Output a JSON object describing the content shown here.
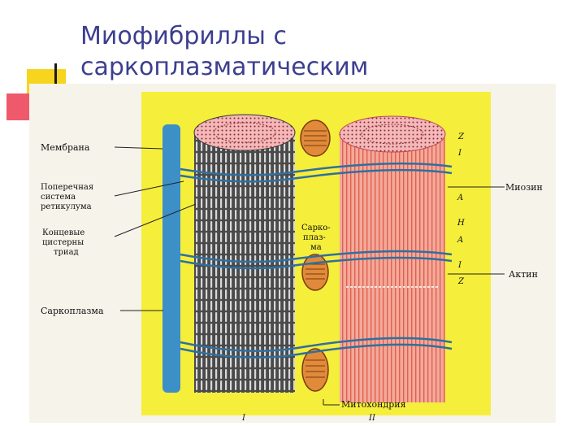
{
  "slide": {
    "title_line1": "Миофибриллы с",
    "title_line2": "саркоплазматическим"
  },
  "figure": {
    "labels": {
      "membrane": "Мембрана",
      "reticulum_1": "Поперечная",
      "reticulum_2": "система",
      "reticulum_3": "ретикулума",
      "cisterns_1": "Концевые",
      "cisterns_2": "цистерны",
      "cisterns_3": "триад",
      "sarcoplasm_left": "Саркоплазма",
      "sarcoplasm_mid_1": "Сарко-",
      "sarcoplasm_mid_2": "плаз-",
      "sarcoplasm_mid_3": "ма",
      "myosin": "Миозин",
      "actin": "Актин",
      "mitochondria": "Митохондрия",
      "band_z_top": "Z",
      "band_i_top": "I",
      "band_a_1": "A",
      "band_h": "H",
      "band_a_2": "A",
      "band_i_bottom": "I",
      "band_z_bottom": "Z",
      "panel_1": "I",
      "panel_2": "II"
    },
    "colors": {
      "background": "#f5ee3a",
      "tubule": "#3d8fc8",
      "myofibril_dark": "#3a3a3a",
      "myofibril_light": "#f08a7e",
      "mitochondria": "#e08a3a"
    }
  }
}
